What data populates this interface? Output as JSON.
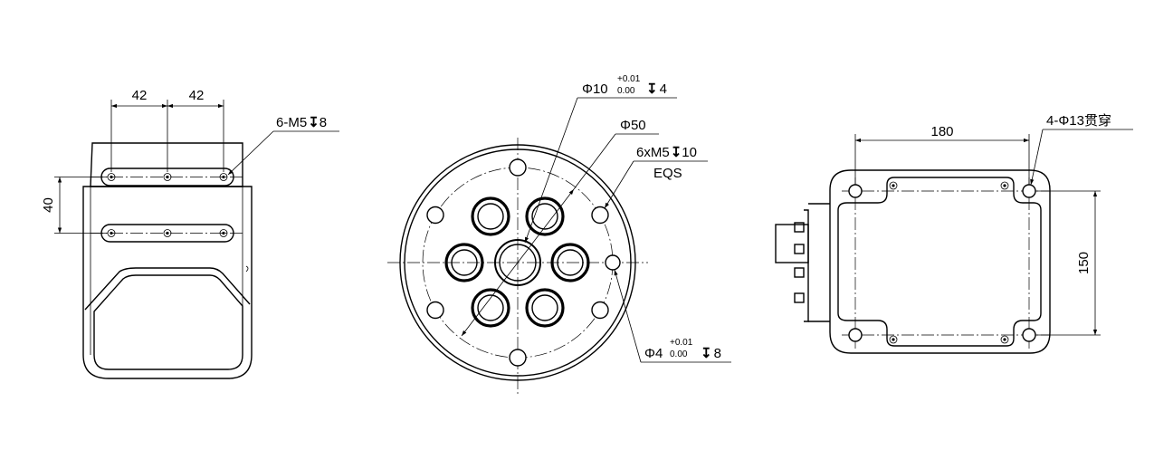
{
  "side_view": {
    "dim_left_spacing": "42",
    "dim_right_spacing": "42",
    "dim_vertical": "40",
    "thread_callout": "6-M5",
    "thread_depth": "8"
  },
  "front_view": {
    "pin_callout_dia": "Φ10",
    "pin_tol_upper": "+0.01",
    "pin_tol_lower": "0.00",
    "pin_depth": "4",
    "pitch_circle": "Φ50",
    "thread_callout": "6xM5",
    "thread_depth": "10",
    "thread_note": "EQS",
    "hole_callout_dia": "Φ4",
    "hole_tol_upper": "+0.01",
    "hole_tol_lower": "0.00",
    "hole_depth": "8"
  },
  "top_view": {
    "dim_width": "180",
    "dim_height": "150",
    "hole_callout": "4-Φ13贯穿"
  }
}
